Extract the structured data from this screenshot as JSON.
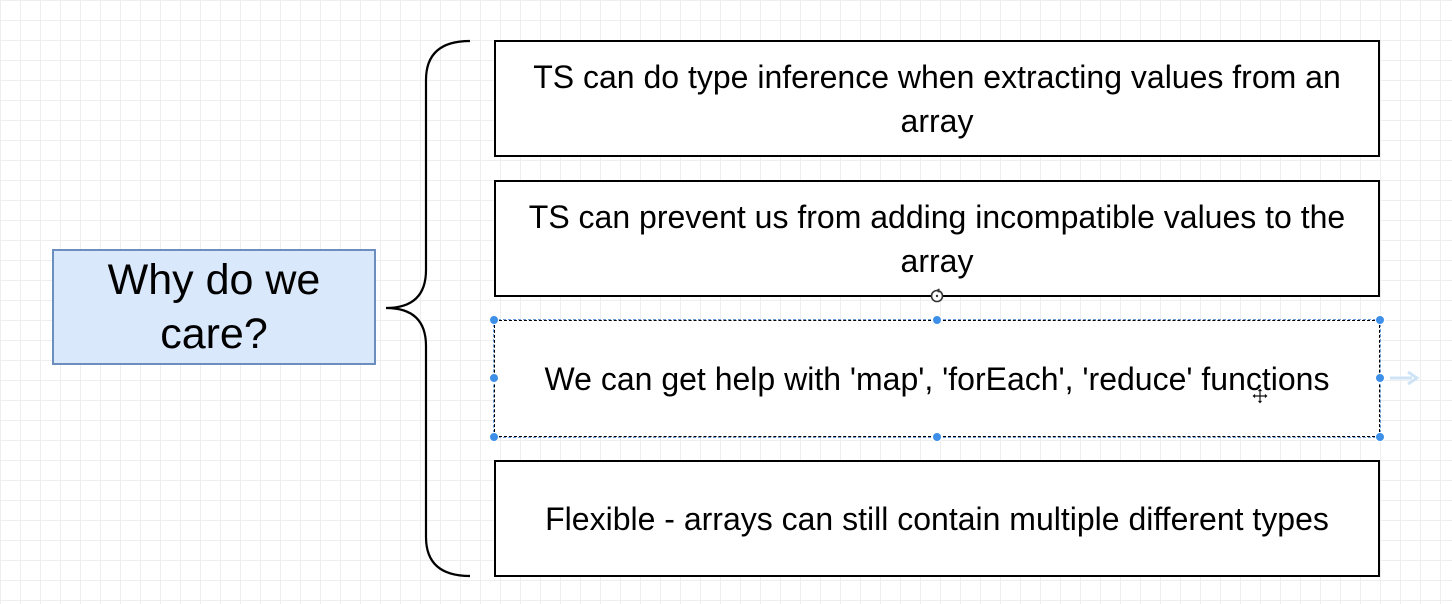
{
  "diagram": {
    "main_node": {
      "label": "Why do we care?"
    },
    "items": [
      {
        "text": "TS can do type inference when extracting values from an array"
      },
      {
        "text": "TS can prevent us from adding incompatible values to the array"
      },
      {
        "text": "We can get help with 'map', 'forEach', 'reduce' functions",
        "selected": true
      },
      {
        "text": "Flexible - arrays can still contain multiple different types"
      }
    ],
    "colors": {
      "main_fill": "#dae8fc",
      "main_stroke": "#6c8ebf",
      "item_stroke": "#000000",
      "selection_handle": "#3d8fe8",
      "grid": "#eeeeee"
    },
    "icons": {
      "brace": "curly-brace",
      "rotate": "rotate-icon",
      "move": "move-cursor-icon",
      "connect": "connect-arrow-icon"
    }
  }
}
